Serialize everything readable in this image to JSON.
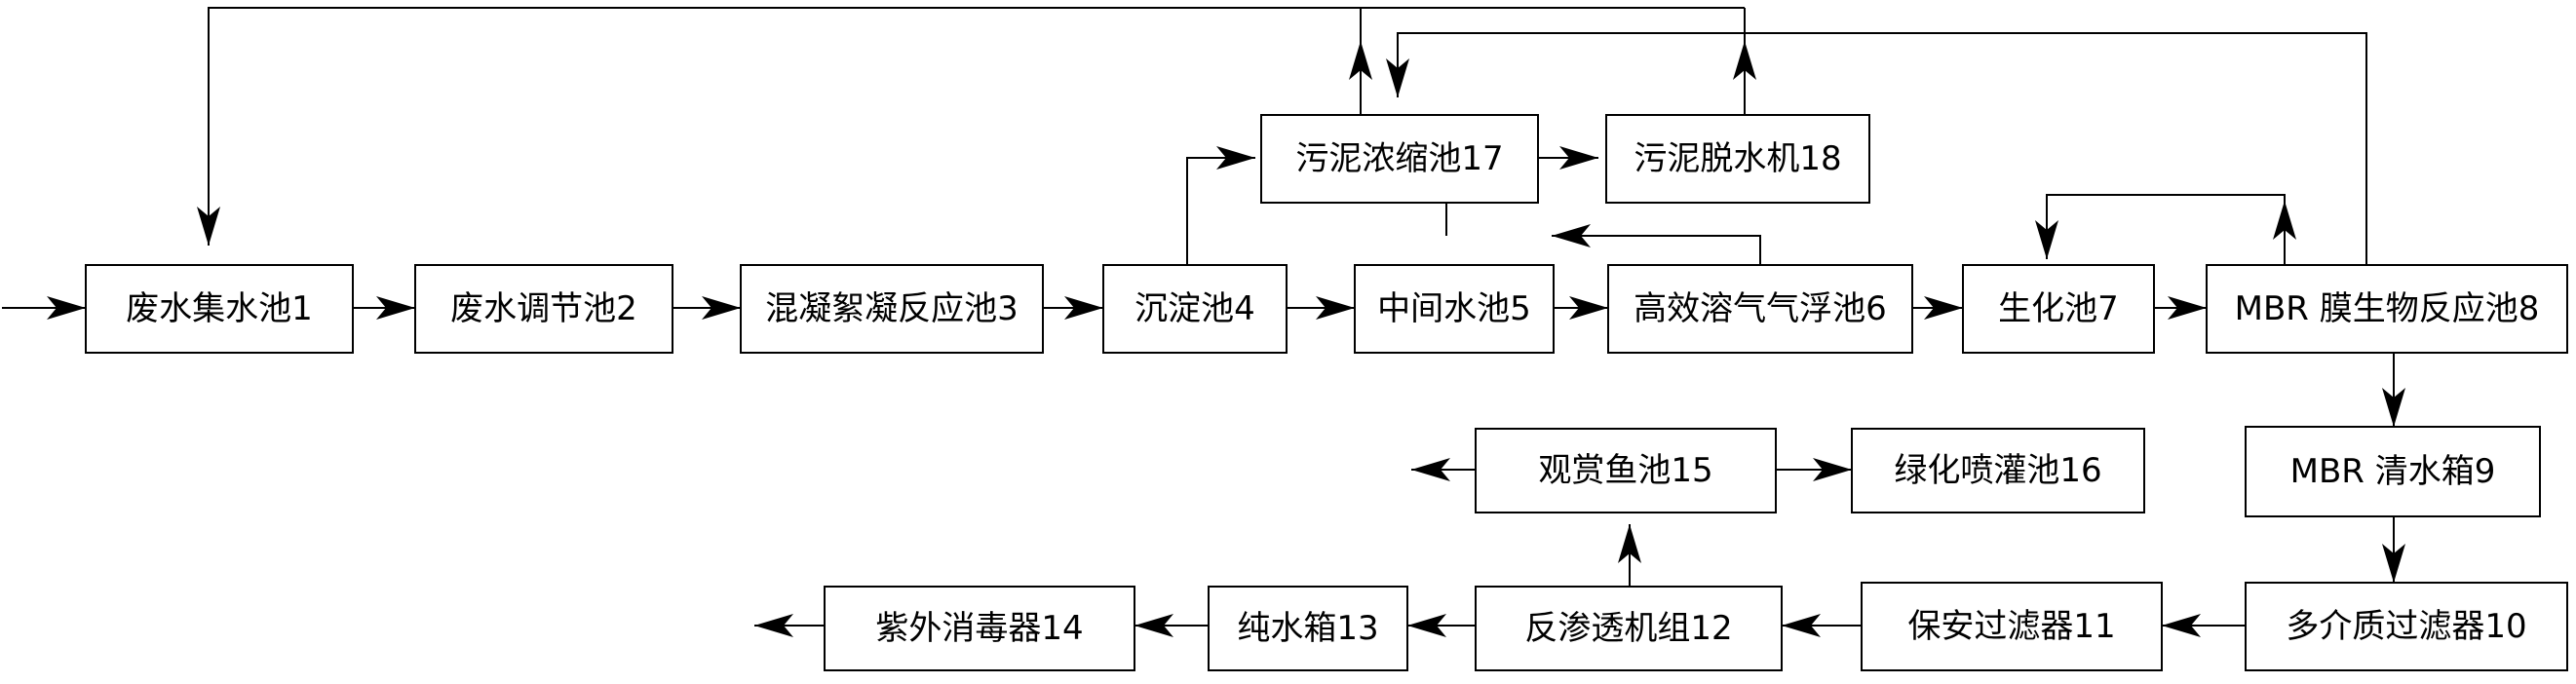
{
  "nodes": {
    "n1": {
      "label": "废水集水池1"
    },
    "n2": {
      "label": "废水调节池2"
    },
    "n3": {
      "label": "混凝絮凝反应池3"
    },
    "n4": {
      "label": "沉淀池4"
    },
    "n5": {
      "label": "中间水池5"
    },
    "n6": {
      "label": "高效溶气气浮池6"
    },
    "n7": {
      "label": "生化池7"
    },
    "n8": {
      "label": "MBR 膜生物反应池8"
    },
    "n9": {
      "label": "MBR 清水箱9"
    },
    "n10": {
      "label": "多介质过滤器10"
    },
    "n11": {
      "label": "保安过滤器11"
    },
    "n12": {
      "label": "反渗透机组12"
    },
    "n13": {
      "label": "纯水箱13"
    },
    "n14": {
      "label": "紫外消毒器14"
    },
    "n15": {
      "label": "观赏鱼池15"
    },
    "n16": {
      "label": "绿化喷灌池16"
    },
    "n17": {
      "label": "污泥浓缩池17"
    },
    "n18": {
      "label": "污泥脱水机18"
    }
  },
  "colors": {
    "stroke": "#000000",
    "fill": "#ffffff",
    "text": "#000000"
  }
}
